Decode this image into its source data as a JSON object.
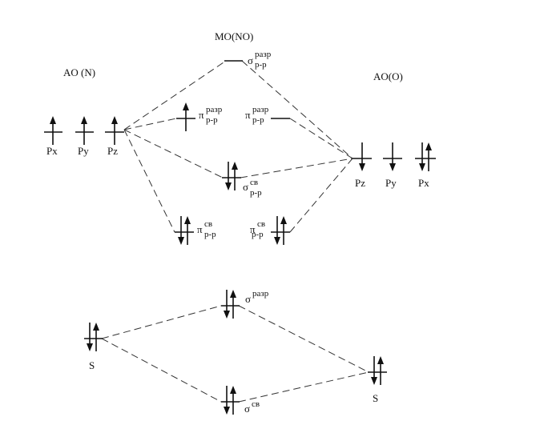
{
  "titles": {
    "ao_left": "AO (N)",
    "mo": "MO(NO)",
    "ao_right": "AO(O)"
  },
  "ao_n_p": [
    {
      "label": "Px",
      "electrons": "up"
    },
    {
      "label": "Py",
      "electrons": "up"
    },
    {
      "label": "Pz",
      "electrons": "up"
    }
  ],
  "ao_o_p": [
    {
      "label": "Pz",
      "electrons": "down"
    },
    {
      "label": "Py",
      "electrons": "down"
    },
    {
      "label": "Px",
      "electrons": "pair"
    }
  ],
  "mo_p": {
    "sigma_antibonding": {
      "symbol": "σ",
      "sup": "разр",
      "sub": "p-p",
      "electrons": "none"
    },
    "pi_antibonding_1": {
      "symbol": "π",
      "sup": "разр",
      "sub": "p-p",
      "electrons": "up"
    },
    "pi_antibonding_2": {
      "symbol": "π",
      "sup": "разр",
      "sub": "p-p",
      "electrons": "none"
    },
    "sigma_bonding": {
      "symbol": "σ",
      "sup": "св",
      "sub": "p-p",
      "electrons": "pair"
    },
    "pi_bonding_1": {
      "symbol": "π",
      "sup": "св",
      "sub": "p-p",
      "electrons": "pair"
    },
    "pi_bonding_2": {
      "symbol": "π",
      "sup": "св",
      "sub": "p-p",
      "electrons": "pair"
    }
  },
  "s_section": {
    "left": {
      "label": "S",
      "electrons": "pair"
    },
    "right": {
      "label": "S",
      "electrons": "pair"
    },
    "sigma_antibonding": {
      "symbol": "σ",
      "sup": "разр",
      "electrons": "pair"
    },
    "sigma_bonding": {
      "symbol": "σ",
      "sup": "св",
      "electrons": "pair"
    }
  }
}
